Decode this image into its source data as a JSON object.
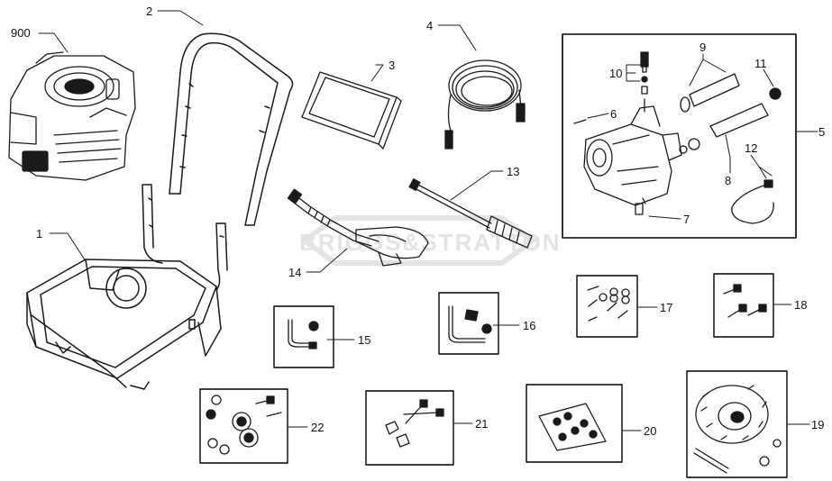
{
  "diagram": {
    "watermark_text": "BRIGGS&STRATTON",
    "part_labels": {
      "p900": "900",
      "p2": "2",
      "p4": "4",
      "p3": "3",
      "p1": "1",
      "p14": "14",
      "p13": "13",
      "p10": "10",
      "p9": "9",
      "p11": "11",
      "p6": "6",
      "p8": "8",
      "p12": "12",
      "p7": "7",
      "p5": "5",
      "p15": "15",
      "p16": "16",
      "p17": "17",
      "p18": "18",
      "p22": "22",
      "p21": "21",
      "p20": "20",
      "p19": "19"
    }
  },
  "colors": {
    "line": "#1a1a1a",
    "box": "#000000",
    "background": "#ffffff",
    "watermark": "#555555"
  }
}
